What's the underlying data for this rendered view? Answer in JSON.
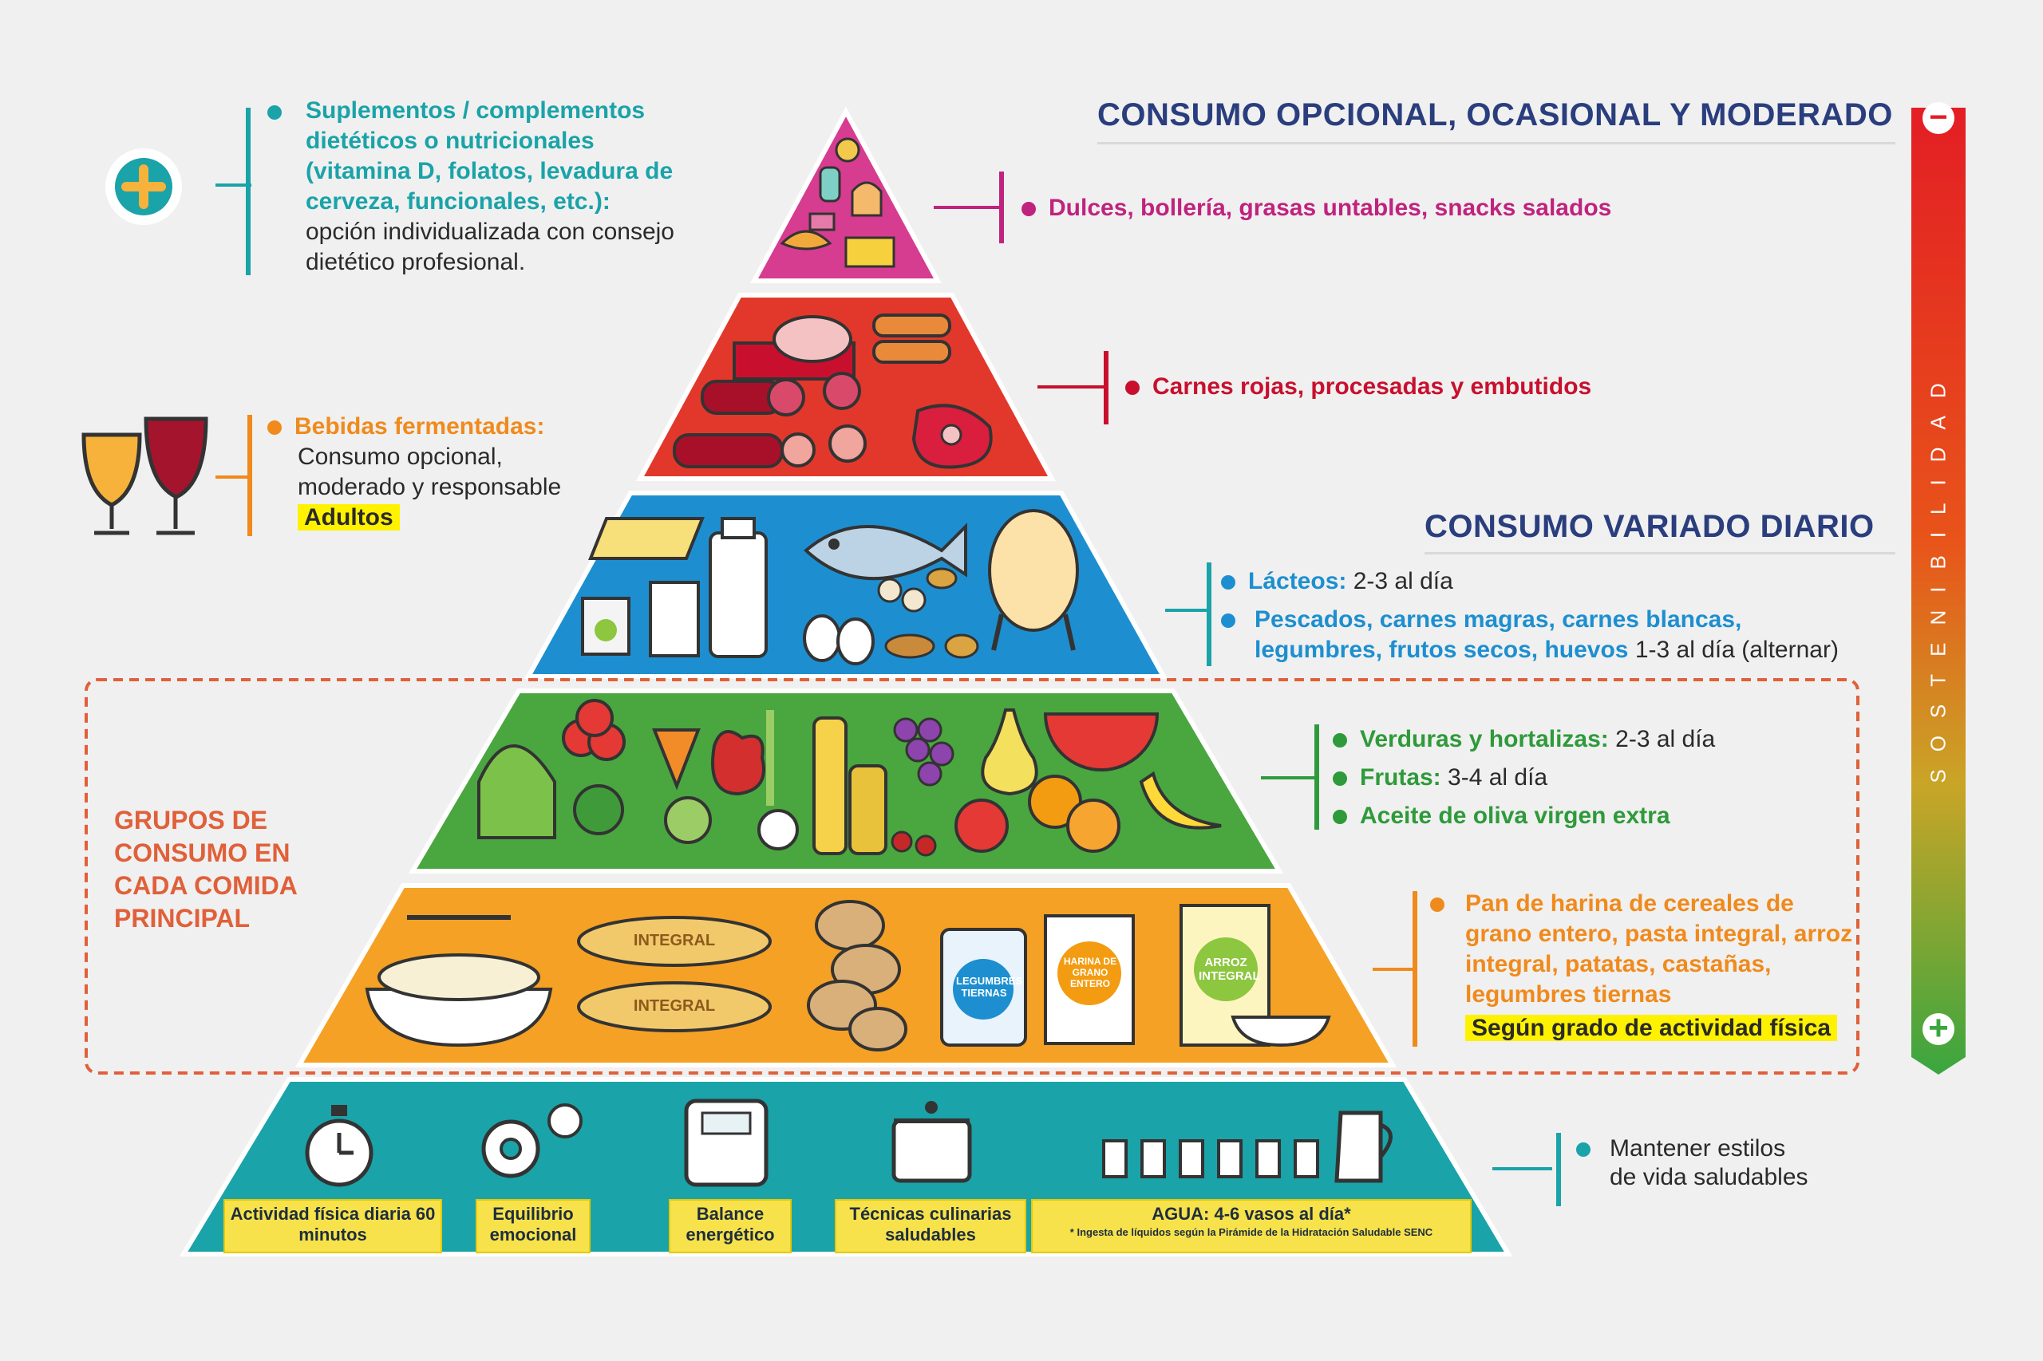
{
  "header": {
    "optional_title": "CONSUMO OPCIONAL, OCASIONAL Y MODERADO",
    "daily_title": "CONSUMO VARIADO DIARIO"
  },
  "supplements": {
    "head": "Suplementos / complementos dietéticos o nutricionales (vitamina D, folatos, levadura de cerveza, funcionales, etc.):",
    "body": "opción individualizada con consejo dietético profesional."
  },
  "beverages": {
    "head": "Bebidas fermentadas:",
    "body_1": "Consumo opcional,",
    "body_2": "moderado y responsable",
    "highlight": "Adultos"
  },
  "tiers": {
    "sweets": "Dulces, bollería, grasas untables, snacks salados",
    "meats": "Carnes rojas, procesadas y embutidos",
    "dairy_label": "Lácteos:",
    "dairy_value": "2-3 al día",
    "protein_label": "Pescados, carnes magras, carnes blancas, legumbres, frutos secos, huevos",
    "protein_value": "1-3 al día (alternar)",
    "veg_label": "Verduras y hortalizas:",
    "veg_value": "2-3 al día",
    "fruit_label": "Frutas:",
    "fruit_value": "3-4 al día",
    "oil_label": "Aceite de oliva virgen extra",
    "cereal_label": "Pan de harina de cereales de grano entero, pasta integral, arroz integral, patatas, castañas, legumbres tiernas",
    "cereal_highlight": "Según grado de actividad física",
    "lifestyle": "Mantener estilos de vida saludables"
  },
  "groups_label": "GRUPOS DE CONSUMO EN CADA COMIDA PRINCIPAL",
  "base_labels": {
    "activity": "Actividad física diaria 60 minutos",
    "emotional": "Equilibrio emocional",
    "balance": "Balance energético",
    "cooking": "Técnicas culinarias saludables",
    "water": "AGUA: 4-6 vasos al día*",
    "water_note": "* Ingesta de líquidos según la Pirámide de la Hidratación Saludable SENC"
  },
  "food_labels": {
    "integral": "INTEGRAL",
    "legumbres": "LEGUMBRES TIERNAS",
    "harina": "HARINA DE GRANO ENTERO",
    "arroz": "ARROZ INTEGRAL"
  },
  "sustainability": {
    "label": "SOSTENIBILIDAD",
    "minus": "−",
    "plus": "+"
  },
  "colors": {
    "title_blue": "#2a3e7e",
    "magenta": "#c0237e",
    "red": "#c8102e",
    "blue": "#1d8fd0",
    "green": "#2e9a3a",
    "orange": "#f08a1c",
    "teal": "#1aa3a8"
  }
}
